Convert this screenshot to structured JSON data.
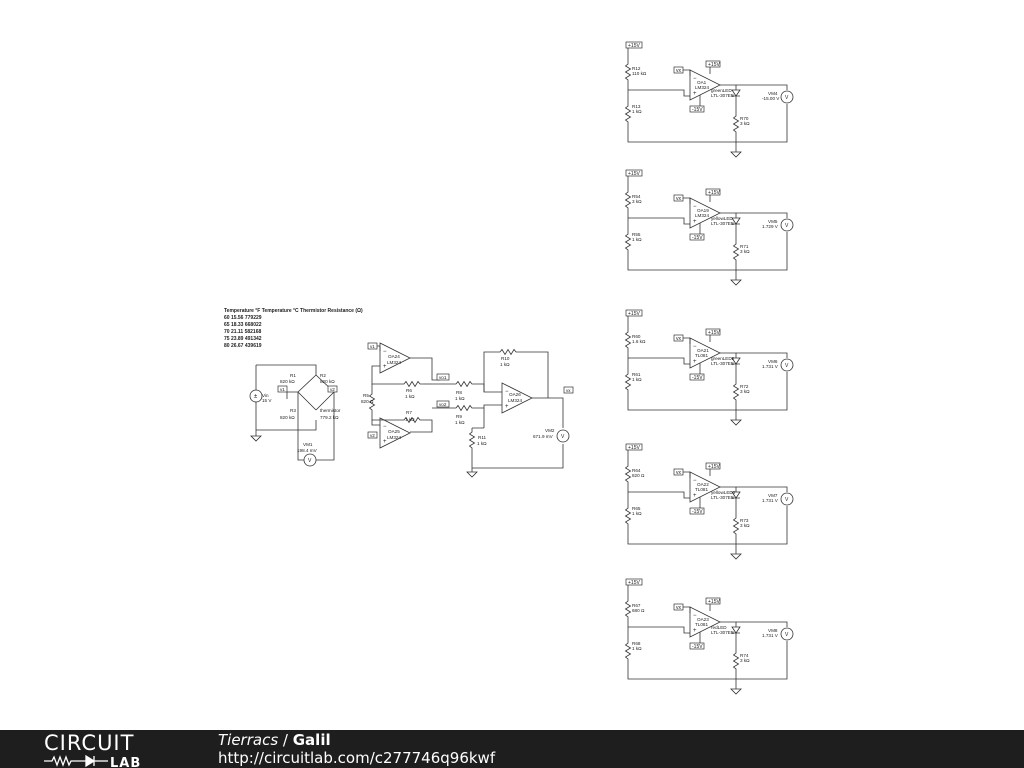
{
  "table": {
    "header": "Temperature °F Temperature °C Thermistor Resistance (Ω)",
    "rows": [
      "60 15.56 779229",
      "65 18.33 668022",
      "70 21.11 582168",
      "75 23.89 491342",
      "80 26.67 439619"
    ]
  },
  "bridge": {
    "vin": "Vin",
    "vin_val": "15 V",
    "r1": "R1",
    "r1_val": "820 kΩ",
    "r2": "R2",
    "r2_val": "820 kΩ",
    "r3": "R3",
    "r3_val": "820 kΩ",
    "th": "thermistor",
    "th_val": "779.2 kΩ",
    "vm1": "VM1",
    "vm1_val": "198.4 mV",
    "n1": "v1",
    "n2": "v2"
  },
  "inamp": {
    "oa24": "OA24",
    "oa24_p": "LM324",
    "oa25": "OA25",
    "oa25_p": "LM324",
    "oa26": "OA26",
    "oa26_p": "LM324",
    "r5": "R5",
    "r5_val": "820 Ω",
    "r6": "R6",
    "r6_val": "1 kΩ",
    "r7": "R7",
    "r7_val": "1 kΩ",
    "r8": "R8",
    "r8_val": "1 kΩ",
    "r9": "R9",
    "r9_val": "1 kΩ",
    "r10": "R10",
    "r10_val": "1 kΩ",
    "r11": "R11",
    "r11_val": "1 kΩ",
    "vm2": "VM2",
    "vm2_val": "671.9 mV",
    "v1": "v1",
    "v2": "v2",
    "vo1": "vo1",
    "vo2": "vo2",
    "vx": "vx"
  },
  "stages": [
    {
      "rtop": "R12",
      "rtop_val": "110 kΩ",
      "rbot": "R13",
      "rbot_val": "1 kΩ",
      "oa": "OA1",
      "oa_p": "LM324",
      "led": "greenLED",
      "led_p": "LTL-307EE",
      "rled": "R70",
      "rled_val": "3 kΩ",
      "vm": "VM4",
      "vm_val": "-15.00 V"
    },
    {
      "rtop": "R54",
      "rtop_val": "3 kΩ",
      "rbot": "R55",
      "rbot_val": "1 kΩ",
      "oa": "OA19",
      "oa_p": "LM324",
      "led": "yellowLED",
      "led_p": "LTL-307EE",
      "rled": "R71",
      "rled_val": "3 kΩ",
      "vm": "VM5",
      "vm_val": "1.729 V"
    },
    {
      "rtop": "R60",
      "rtop_val": "1.6 kΩ",
      "rbot": "R61",
      "rbot_val": "1 kΩ",
      "oa": "OA21",
      "oa_p": "TL081",
      "led": "greenLED2",
      "led_p": "LTL-307EE",
      "rled": "R72",
      "rled_val": "3 kΩ",
      "vm": "VM6",
      "vm_val": "1.731 V"
    },
    {
      "rtop": "R64",
      "rtop_val": "820 Ω",
      "rbot": "R65",
      "rbot_val": "1 kΩ",
      "oa": "OA22",
      "oa_p": "TL081",
      "led": "yellowLED2",
      "led_p": "LTL-307EE",
      "rled": "R73",
      "rled_val": "3 kΩ",
      "vm": "VM7",
      "vm_val": "1.731 V"
    },
    {
      "rtop": "R67",
      "rtop_val": "680 Ω",
      "rbot": "R68",
      "rbot_val": "1 kΩ",
      "oa": "OA23",
      "oa_p": "TL081",
      "led": "redLED",
      "led_p": "LTL-307EE",
      "rled": "R74",
      "rled_val": "3 kΩ",
      "vm": "VM8",
      "vm_val": "1.731 V"
    }
  ],
  "labels": {
    "pos": "+15V",
    "neg": "-15V",
    "vx": "vx"
  },
  "footer": {
    "user": "Tierracs",
    "sep": " / ",
    "project": "Galil",
    "url": "http://circuitlab.com/c277746q96kwf",
    "logo_top": "CIRCUIT",
    "logo_bottom": "LAB"
  }
}
